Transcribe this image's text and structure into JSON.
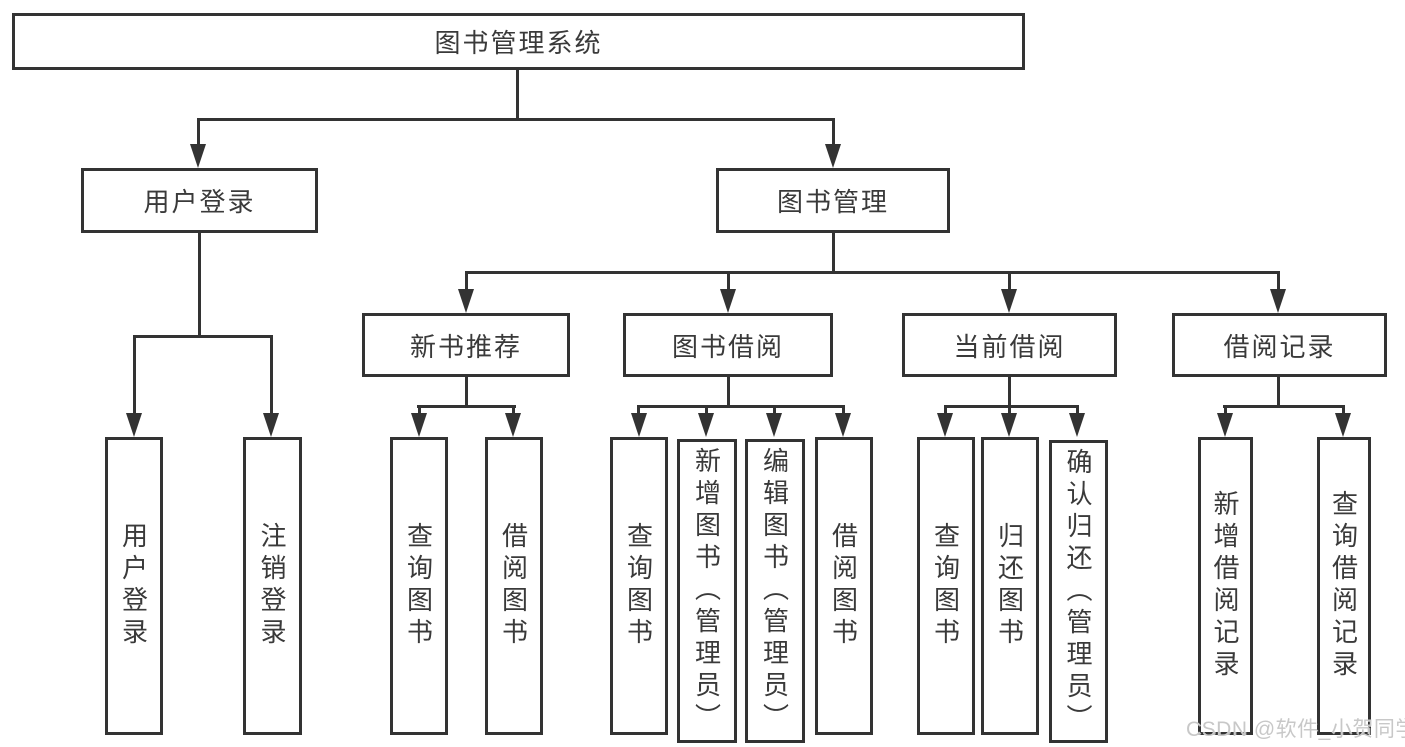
{
  "colors": {
    "line": "#333333",
    "box_border": "#333333",
    "text": "#3a3a3a",
    "background": "#ffffff",
    "watermark": "#c8c8c8"
  },
  "tree": {
    "root": {
      "label": "图书管理系统"
    },
    "branches": [
      {
        "label": "用户登录",
        "leaves": [
          {
            "label": "用户登录"
          },
          {
            "label": "注销登录"
          }
        ]
      },
      {
        "label": "图书管理",
        "groups": [
          {
            "label": "新书推荐",
            "leaves": [
              {
                "label": "查询图书"
              },
              {
                "label": "借阅图书"
              }
            ]
          },
          {
            "label": "图书借阅",
            "leaves": [
              {
                "label": "查询图书"
              },
              {
                "label": "新增图书（管理员）"
              },
              {
                "label": "编辑图书（管理员）"
              },
              {
                "label": "借阅图书"
              }
            ]
          },
          {
            "label": "当前借阅",
            "leaves": [
              {
                "label": "查询图书"
              },
              {
                "label": "归还图书"
              },
              {
                "label": "确认归还（管理员）"
              }
            ]
          },
          {
            "label": "借阅记录",
            "leaves": [
              {
                "label": "新增借阅记录"
              },
              {
                "label": "查询借阅记录"
              }
            ]
          }
        ]
      }
    ]
  },
  "watermark": {
    "text": "CSDN @软件_小贺同学"
  }
}
